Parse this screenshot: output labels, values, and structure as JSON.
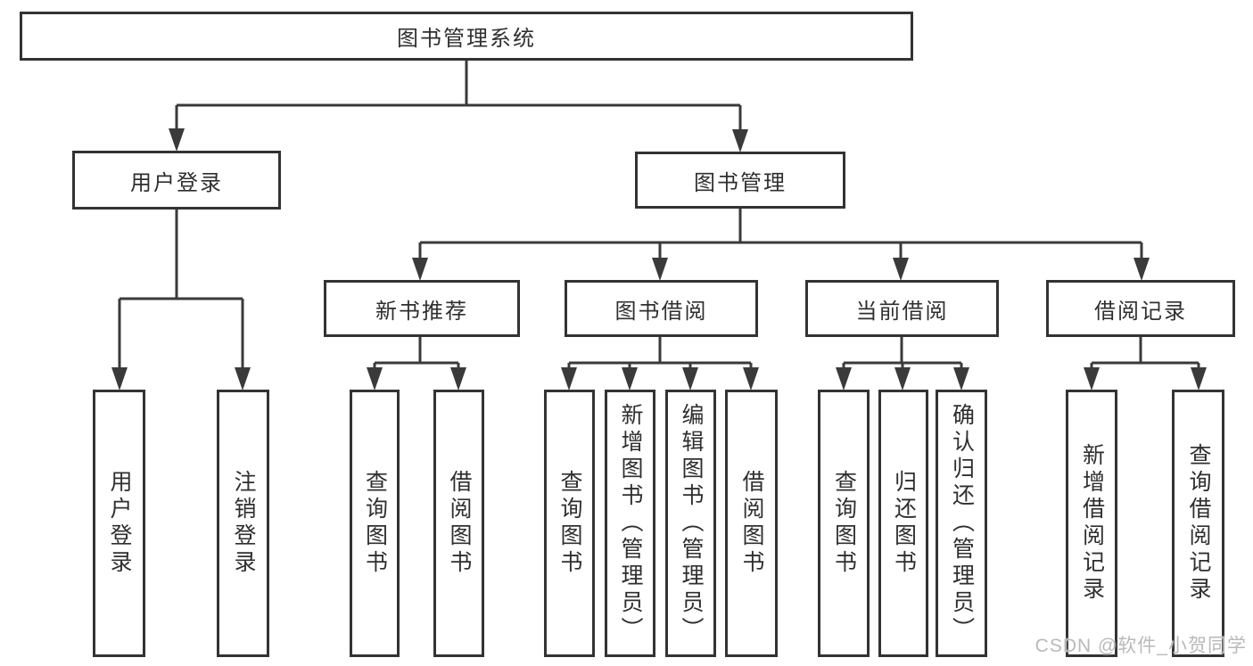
{
  "diagram": {
    "root": {
      "label": "图书管理系统"
    },
    "branches": {
      "user_login": {
        "label": "用户登录"
      },
      "book_management": {
        "label": "图书管理"
      }
    },
    "modules": {
      "new_book_recommend": {
        "label": "新书推荐"
      },
      "book_borrow": {
        "label": "图书借阅"
      },
      "current_borrow": {
        "label": "当前借阅"
      },
      "borrow_records": {
        "label": "借阅记录"
      }
    },
    "functions": {
      "user_login": {
        "label": "用户登录"
      },
      "logout": {
        "label": "注销登录"
      },
      "nb_query_books": {
        "label": "查询图书"
      },
      "nb_borrow_books": {
        "label": "借阅图书"
      },
      "bb_query_books": {
        "label": "查询图书"
      },
      "bb_add_books": {
        "label": "新增图书（管理员）"
      },
      "bb_edit_books": {
        "label": "编辑图书（管理员）"
      },
      "bb_borrow_books": {
        "label": "借阅图书"
      },
      "cb_query_books": {
        "label": "查询图书"
      },
      "cb_return_books": {
        "label": "归还图书"
      },
      "cb_confirm_return": {
        "label": "确认归还（管理员）"
      },
      "br_add_record": {
        "label": "新增借阅记录"
      },
      "br_query_record": {
        "label": "查询借阅记录"
      }
    }
  },
  "watermark": {
    "text": "CSDN @软件_小贺同学"
  },
  "colors": {
    "line": "#3a3a3a",
    "box_border": "#333333",
    "text": "#2f2f2f",
    "background": "#ffffff",
    "watermark": "#b9b9b9"
  }
}
